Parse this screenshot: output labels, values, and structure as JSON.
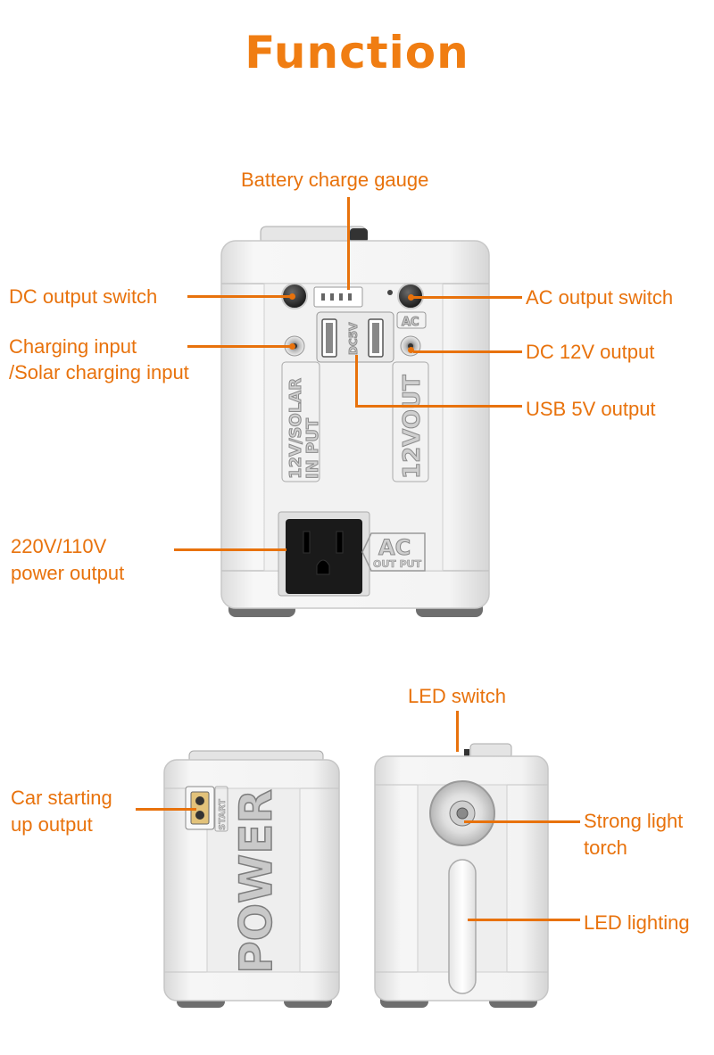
{
  "title": "Function",
  "front_view": {
    "labels": {
      "battery_gauge": "Battery charge gauge",
      "dc_output_switch": "DC output switch",
      "ac_output_switch": "AC output switch",
      "charging_input_1": "Charging input",
      "charging_input_2": "/Solar charging input",
      "dc12v_output": "DC 12V output",
      "usb_output": "USB 5V output",
      "power_output_1": "220V/110V",
      "power_output_2": "power output"
    },
    "engravings": {
      "solar_input_1": "12V/SOLAR",
      "solar_input_2": "IN PUT",
      "dc5v": "DC5V",
      "ac_small": "AC",
      "v12out": "12VOUT",
      "ac_big": "AC",
      "out_put": "OUT PUT"
    }
  },
  "side_view": {
    "labels": {
      "car_start_1": "Car starting",
      "car_start_2": "up output",
      "led_switch": "LED switch",
      "torch_1": "Strong light",
      "torch_2": "torch",
      "led_lighting": "LED lighting"
    },
    "engravings": {
      "start": "START",
      "power": "POWER"
    }
  },
  "colors": {
    "accent": "#e8720c",
    "title": "#f07d12",
    "device_body": "#f4f4f4",
    "socket": "#1a1a1a"
  },
  "icons": [
    "usb-port-icon",
    "round-button-icon",
    "dc-jack-icon",
    "ac-socket-icon",
    "torch-lens-icon"
  ]
}
